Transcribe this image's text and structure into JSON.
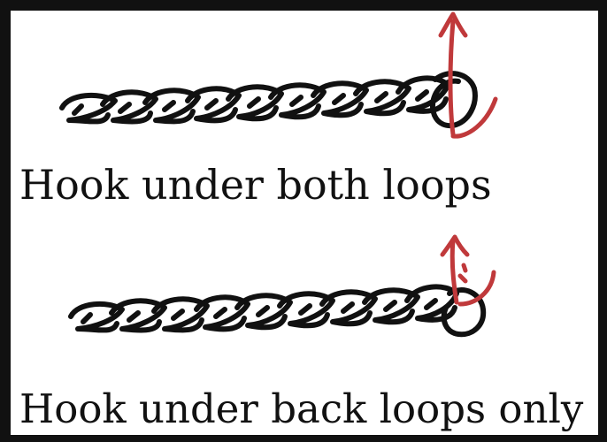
{
  "captions": {
    "top": "Hook under both loops",
    "bottom": "Hook under back loops only"
  },
  "colors": {
    "frame": "#111111",
    "chain": "#111111",
    "arrow": "#c0393b",
    "background": "#ffffff"
  },
  "figures": [
    {
      "chain_stitch_icon": "crochet-chain-icon",
      "arrow_icon": "hook-direction-arrow-icon",
      "caption_key": "captions.top"
    },
    {
      "chain_stitch_icon": "crochet-chain-icon",
      "arrow_icon": "hook-direction-arrow-icon",
      "caption_key": "captions.bottom"
    }
  ]
}
